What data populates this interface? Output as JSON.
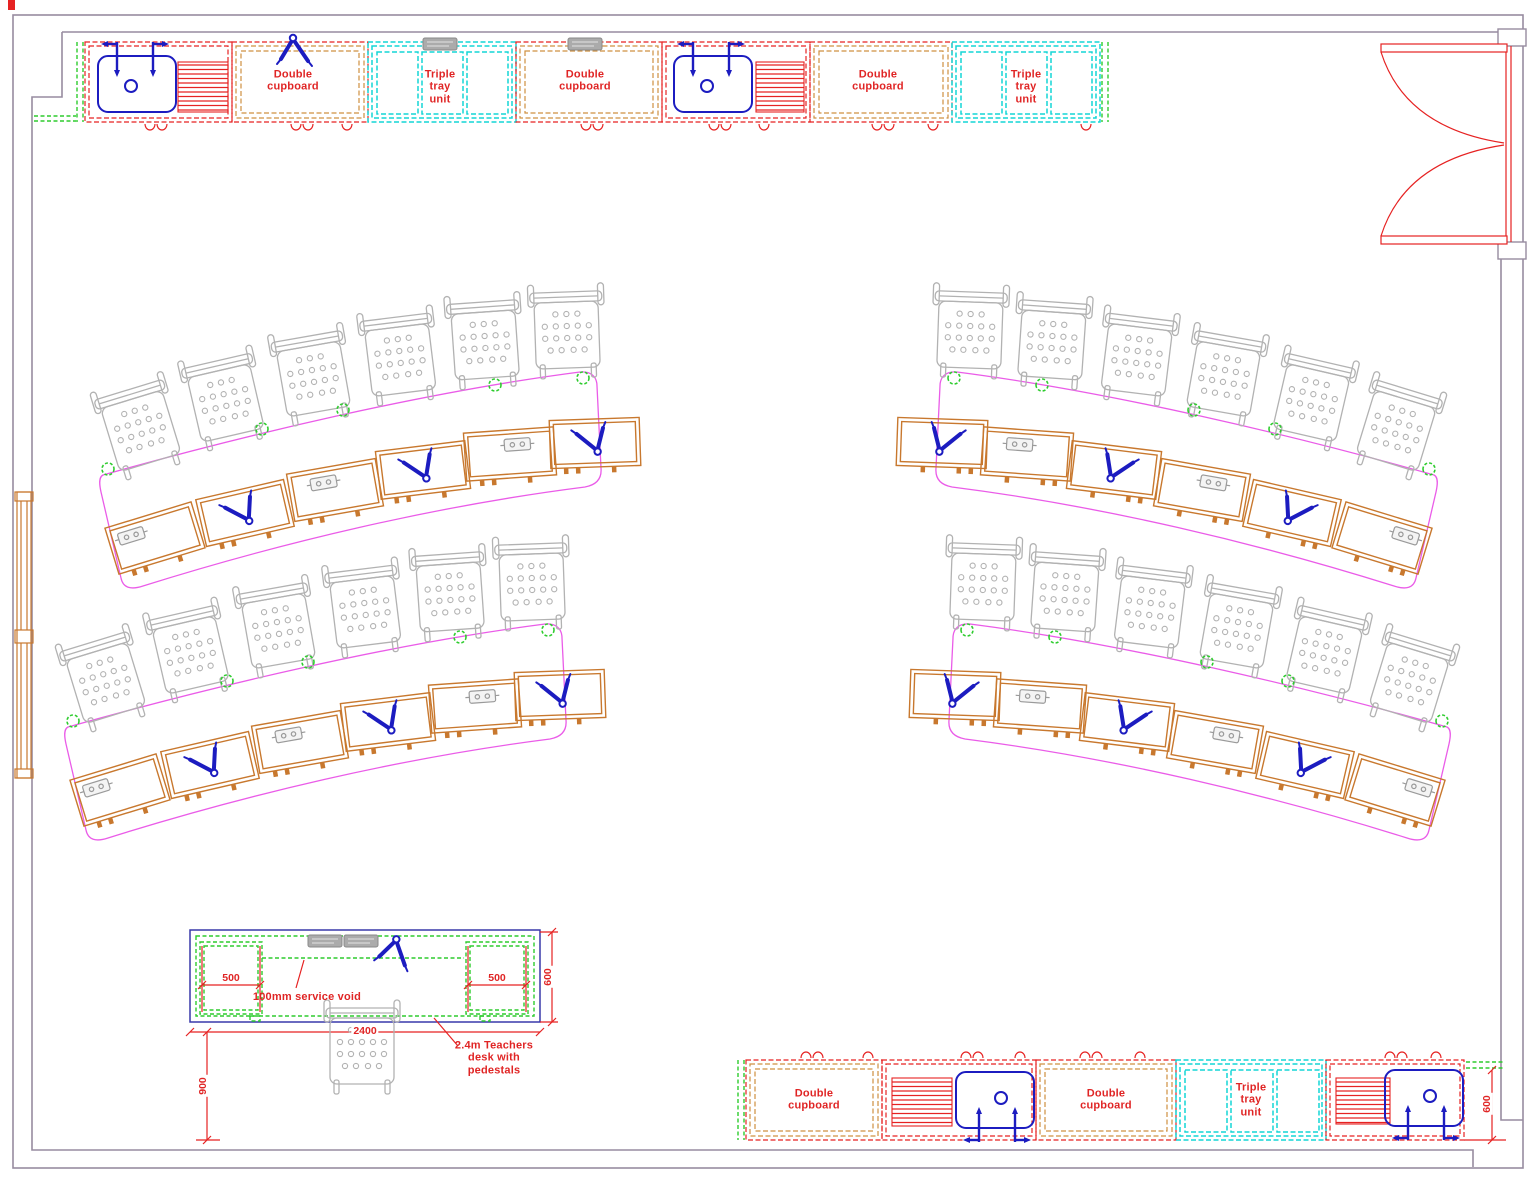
{
  "drawing": {
    "type": "classroom furniture layout floor plan"
  },
  "colors": {
    "wall": "#978ca0",
    "red": "#e62222",
    "blue": "#1c1cc0",
    "cyan": "#14d6d6",
    "green": "#2ecc2e",
    "bench_orange": "#c8782e",
    "cupboard_tan": "#cf9040",
    "boundary_magenta": "#ea5ce8",
    "chair_grey": "#b2b2b2",
    "desk_navy": "#3838aa"
  },
  "top_run": {
    "cupboard1_label": "Double cupboard",
    "tray1_label": "Triple tray unit",
    "cupboard2_label": "Double cupboard",
    "cupboard3_label": "Double cupboard",
    "tray2_label": "Triple tray unit"
  },
  "bottom_run": {
    "cupboard1_label": "Double cupboard",
    "cupboard2_label": "Double cupboard",
    "tray1_label": "Triple tray unit",
    "depth_dim": "600"
  },
  "teachers_desk": {
    "pedestal_left_dim": "500",
    "pedestal_right_dim": "500",
    "depth_dim": "600",
    "width_dim": "2400",
    "wall_offset_dim": "900",
    "service_void_note": "100mm service void",
    "desk_note": "2.4m Teachers desk with pedestals"
  }
}
